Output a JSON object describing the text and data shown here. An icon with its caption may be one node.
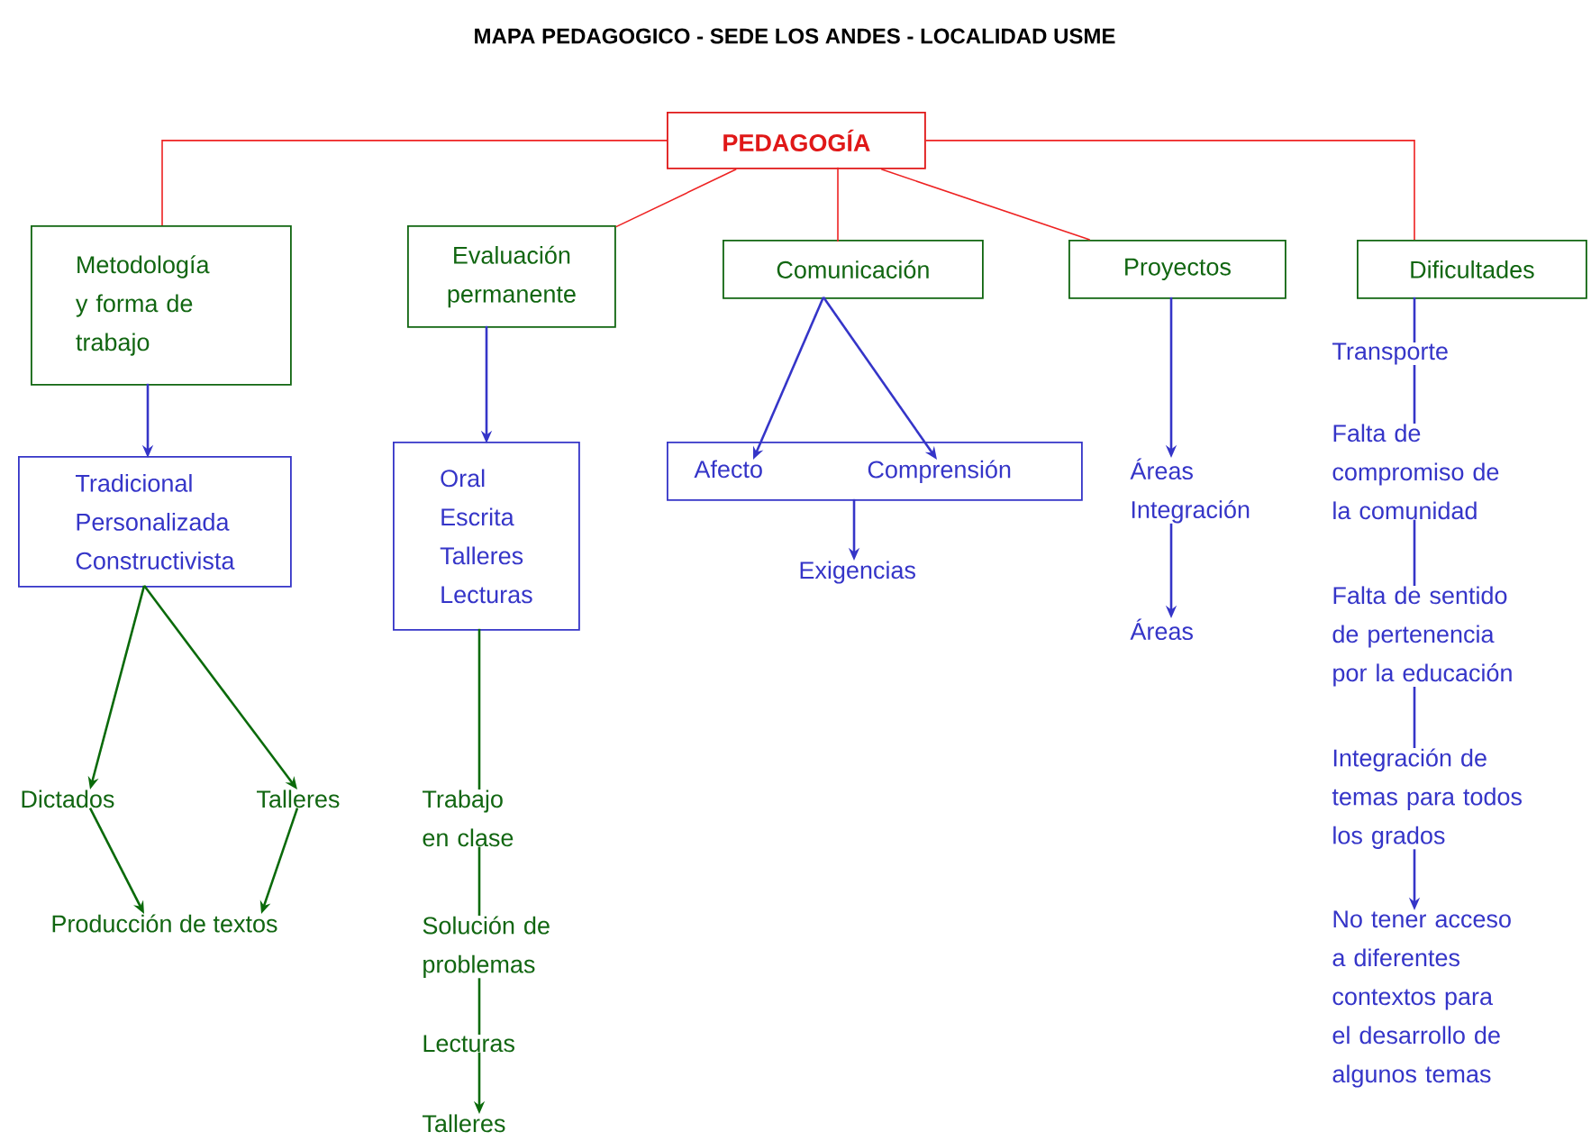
{
  "diagram": {
    "title": "MAPA PEDAGOGICO - SEDE LOS ANDES - LOCALIDAD USME",
    "nodes": [
      {
        "text": [
          "PEDAGOGÍA"
        ]
      },
      {
        "text": [
          "Metodología y forma de trabajo"
        ]
      },
      {
        "text": [
          "Evaluación permanente"
        ]
      },
      {
        "text": [
          "Comunicación"
        ]
      },
      {
        "text": [
          "Proyectos"
        ]
      },
      {
        "text": [
          "Dificultades"
        ]
      },
      {
        "text": [
          "Tradicional",
          "Personalizada",
          "Constructivista"
        ]
      },
      {
        "text": [
          "Oral",
          "Escrita",
          "Talleres",
          "Lecturas"
        ]
      },
      {
        "text": [],
        "shape": "box"
      },
      {
        "text": [
          "Afecto"
        ],
        "in": 8
      },
      {
        "text": [
          "Comprensión"
        ],
        "in": 8
      },
      {
        "text": [
          "Exigencias"
        ]
      },
      {
        "text": [
          "Áreas",
          "Integración"
        ]
      },
      {
        "text": [
          "Áreas"
        ]
      },
      {
        "text": [
          "Transporte"
        ]
      },
      {
        "text": [
          "Falta de compromiso de la comunidad"
        ]
      },
      {
        "text": [
          "Falta de sentido de pertenencia por la educación"
        ]
      },
      {
        "text": [
          "Integración de temas para todos los grados"
        ]
      },
      {
        "text": [
          "No tener acceso a diferentes contextos para el desarrollo de algunos temas"
        ]
      },
      {
        "text": [
          "Dictados"
        ]
      },
      {
        "text": [
          "Talleres"
        ]
      },
      {
        "text": [
          "Producción de textos"
        ]
      },
      {
        "text": [
          "Trabajo en clase"
        ]
      },
      {
        "text": [
          "Solución de problemas"
        ]
      },
      {
        "text": [
          "Lecturas"
        ]
      },
      {
        "text": [
          "Talleres"
        ]
      }
    ],
    "edges": [
      {
        "from": 0,
        "to": 1,
        "arrow": "none",
        "color": "#ee2222"
      },
      {
        "from": 0,
        "to": 2,
        "arrow": "none",
        "color": "#ee2222"
      },
      {
        "from": 0,
        "to": 3,
        "arrow": "none",
        "color": "#ee2222"
      },
      {
        "from": 0,
        "to": 4,
        "arrow": "none",
        "color": "#ee2222"
      },
      {
        "from": 0,
        "to": 5,
        "arrow": "none",
        "color": "#ee2222"
      },
      {
        "from": 1,
        "to": 6,
        "arrow": "to"
      },
      {
        "from": 2,
        "to": 7,
        "arrow": "to"
      },
      {
        "from": 3,
        "to": 9,
        "arrow": "to"
      },
      {
        "from": 3,
        "to": 10,
        "arrow": "to"
      },
      {
        "from": 8,
        "to": 11,
        "arrow": "to"
      },
      {
        "from": 4,
        "to": 12,
        "arrow": "to"
      },
      {
        "from": 12,
        "to": 13,
        "arrow": "to"
      },
      {
        "from": 5,
        "to": 14,
        "arrow": "none"
      },
      {
        "from": 14,
        "to": 15,
        "arrow": "none"
      },
      {
        "from": 15,
        "to": 16,
        "arrow": "none"
      },
      {
        "from": 16,
        "to": 17,
        "arrow": "none"
      },
      {
        "from": 17,
        "to": 18,
        "arrow": "to"
      },
      {
        "from": 6,
        "to": 19,
        "arrow": "to",
        "color": "#0a6a0a"
      },
      {
        "from": 6,
        "to": 20,
        "arrow": "to",
        "color": "#0a6a0a"
      },
      {
        "from": 19,
        "to": 21,
        "arrow": "to",
        "color": "#0a6a0a"
      },
      {
        "from": 20,
        "to": 21,
        "arrow": "to",
        "color": "#0a6a0a"
      },
      {
        "from": 7,
        "to": 22,
        "arrow": "none",
        "color": "#0a6a0a"
      },
      {
        "from": 22,
        "to": 23,
        "arrow": "none",
        "color": "#0a6a0a"
      },
      {
        "from": 23,
        "to": 24,
        "arrow": "none",
        "color": "#0a6a0a"
      },
      {
        "from": 24,
        "to": 25,
        "arrow": "to",
        "color": "#0a6a0a"
      }
    ]
  }
}
